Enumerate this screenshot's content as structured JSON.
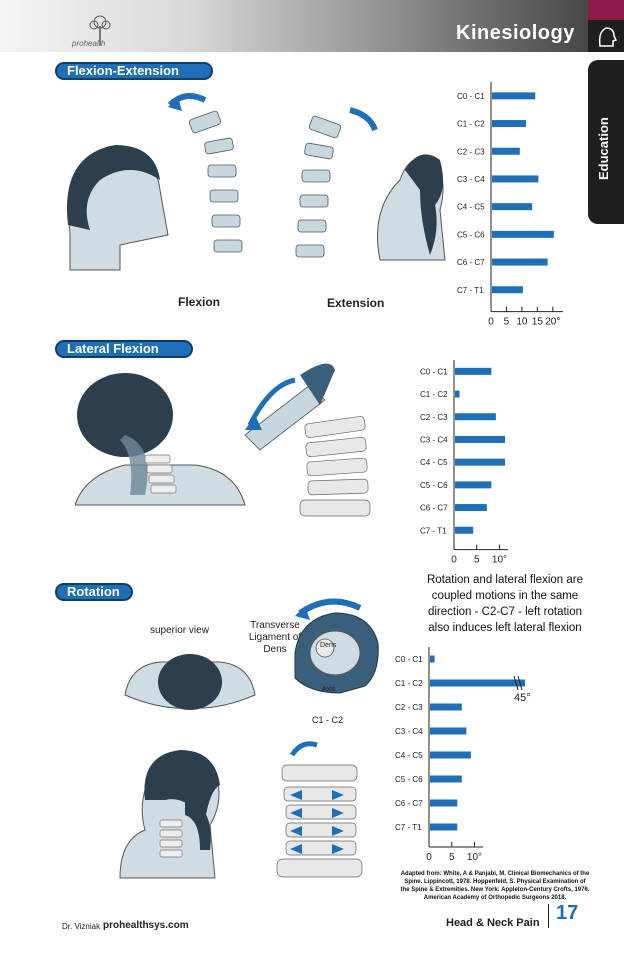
{
  "header": {
    "logo_text": "prohealth",
    "title": "Kinesiology"
  },
  "side_tab": {
    "label": "Education"
  },
  "sections": {
    "flexion_extension": {
      "title": "Flexion-Extension",
      "flexion_caption": "Flexion",
      "extension_caption": "Extension"
    },
    "lateral_flexion": {
      "title": "Lateral Flexion"
    },
    "rotation": {
      "title": "Rotation",
      "superior_view_label": "superior view",
      "transverse_ligament_label": "Transverse Ligament of Dens",
      "dens_label": "Dens",
      "axis_label": "Axis",
      "c1c2_label": "C1 - C2",
      "note": "Rotation and lateral flexion are coupled motions in the same direction - C2-C7 - left rotation also induces left lateral flexion"
    }
  },
  "chart_data": [
    {
      "type": "bar",
      "orientation": "horizontal",
      "categories": [
        "C0 - C1",
        "C1 - C2",
        "C2 - C3",
        "C3 - C4",
        "C4 - C5",
        "C5 - C6",
        "C6 - C7",
        "C7 - T1"
      ],
      "values": [
        14,
        11,
        9,
        15,
        13,
        20,
        18,
        10
      ],
      "xlim": [
        0,
        22
      ],
      "xticks": [
        "0",
        "5",
        "10",
        "15",
        "20°"
      ],
      "bar_color": "#1e6fb7"
    },
    {
      "type": "bar",
      "orientation": "horizontal",
      "categories": [
        "C0 - C1",
        "C1 - C2",
        "C2 - C3",
        "C3 - C4",
        "C4 - C5",
        "C5 - C6",
        "C6 - C7",
        "C7 - T1"
      ],
      "values": [
        8,
        1,
        9,
        11,
        11,
        8,
        7,
        4
      ],
      "xlim": [
        0,
        11
      ],
      "xticks": [
        "0",
        "5",
        "10°"
      ],
      "bar_color": "#1e6fb7"
    },
    {
      "type": "bar",
      "orientation": "horizontal",
      "categories": [
        "C0 - C1",
        "C1 - C2",
        "C2 - C3",
        "C3 - C4",
        "C4 - C5",
        "C5 - C6",
        "C6 - C7",
        "C7 - T1"
      ],
      "values": [
        1,
        45,
        7,
        8,
        9,
        7,
        6,
        6
      ],
      "xlim": [
        0,
        11
      ],
      "xticks": [
        "0",
        "5",
        "10°"
      ],
      "annotation": "45°",
      "bar_color": "#1e6fb7"
    }
  ],
  "references": "Adapted from: White, A & Panjabi, M. Clinical Biomechanics of the Spine. Lippincott, 1978. Hoppenfeld, S. Physical Examination of the Spine & Extremities. New York: Appleton-Century Crofts, 1976. American Academy of Orthopedic Surgeons 2018.",
  "footer": {
    "author": "Dr. Vizniak",
    "site": "prohealthsys.com",
    "book": "Head & Neck Pain",
    "page": "17"
  },
  "colors": {
    "accent": "#1e6fb7",
    "maroon": "#8d1a48",
    "dark": "#1f1f1f"
  }
}
